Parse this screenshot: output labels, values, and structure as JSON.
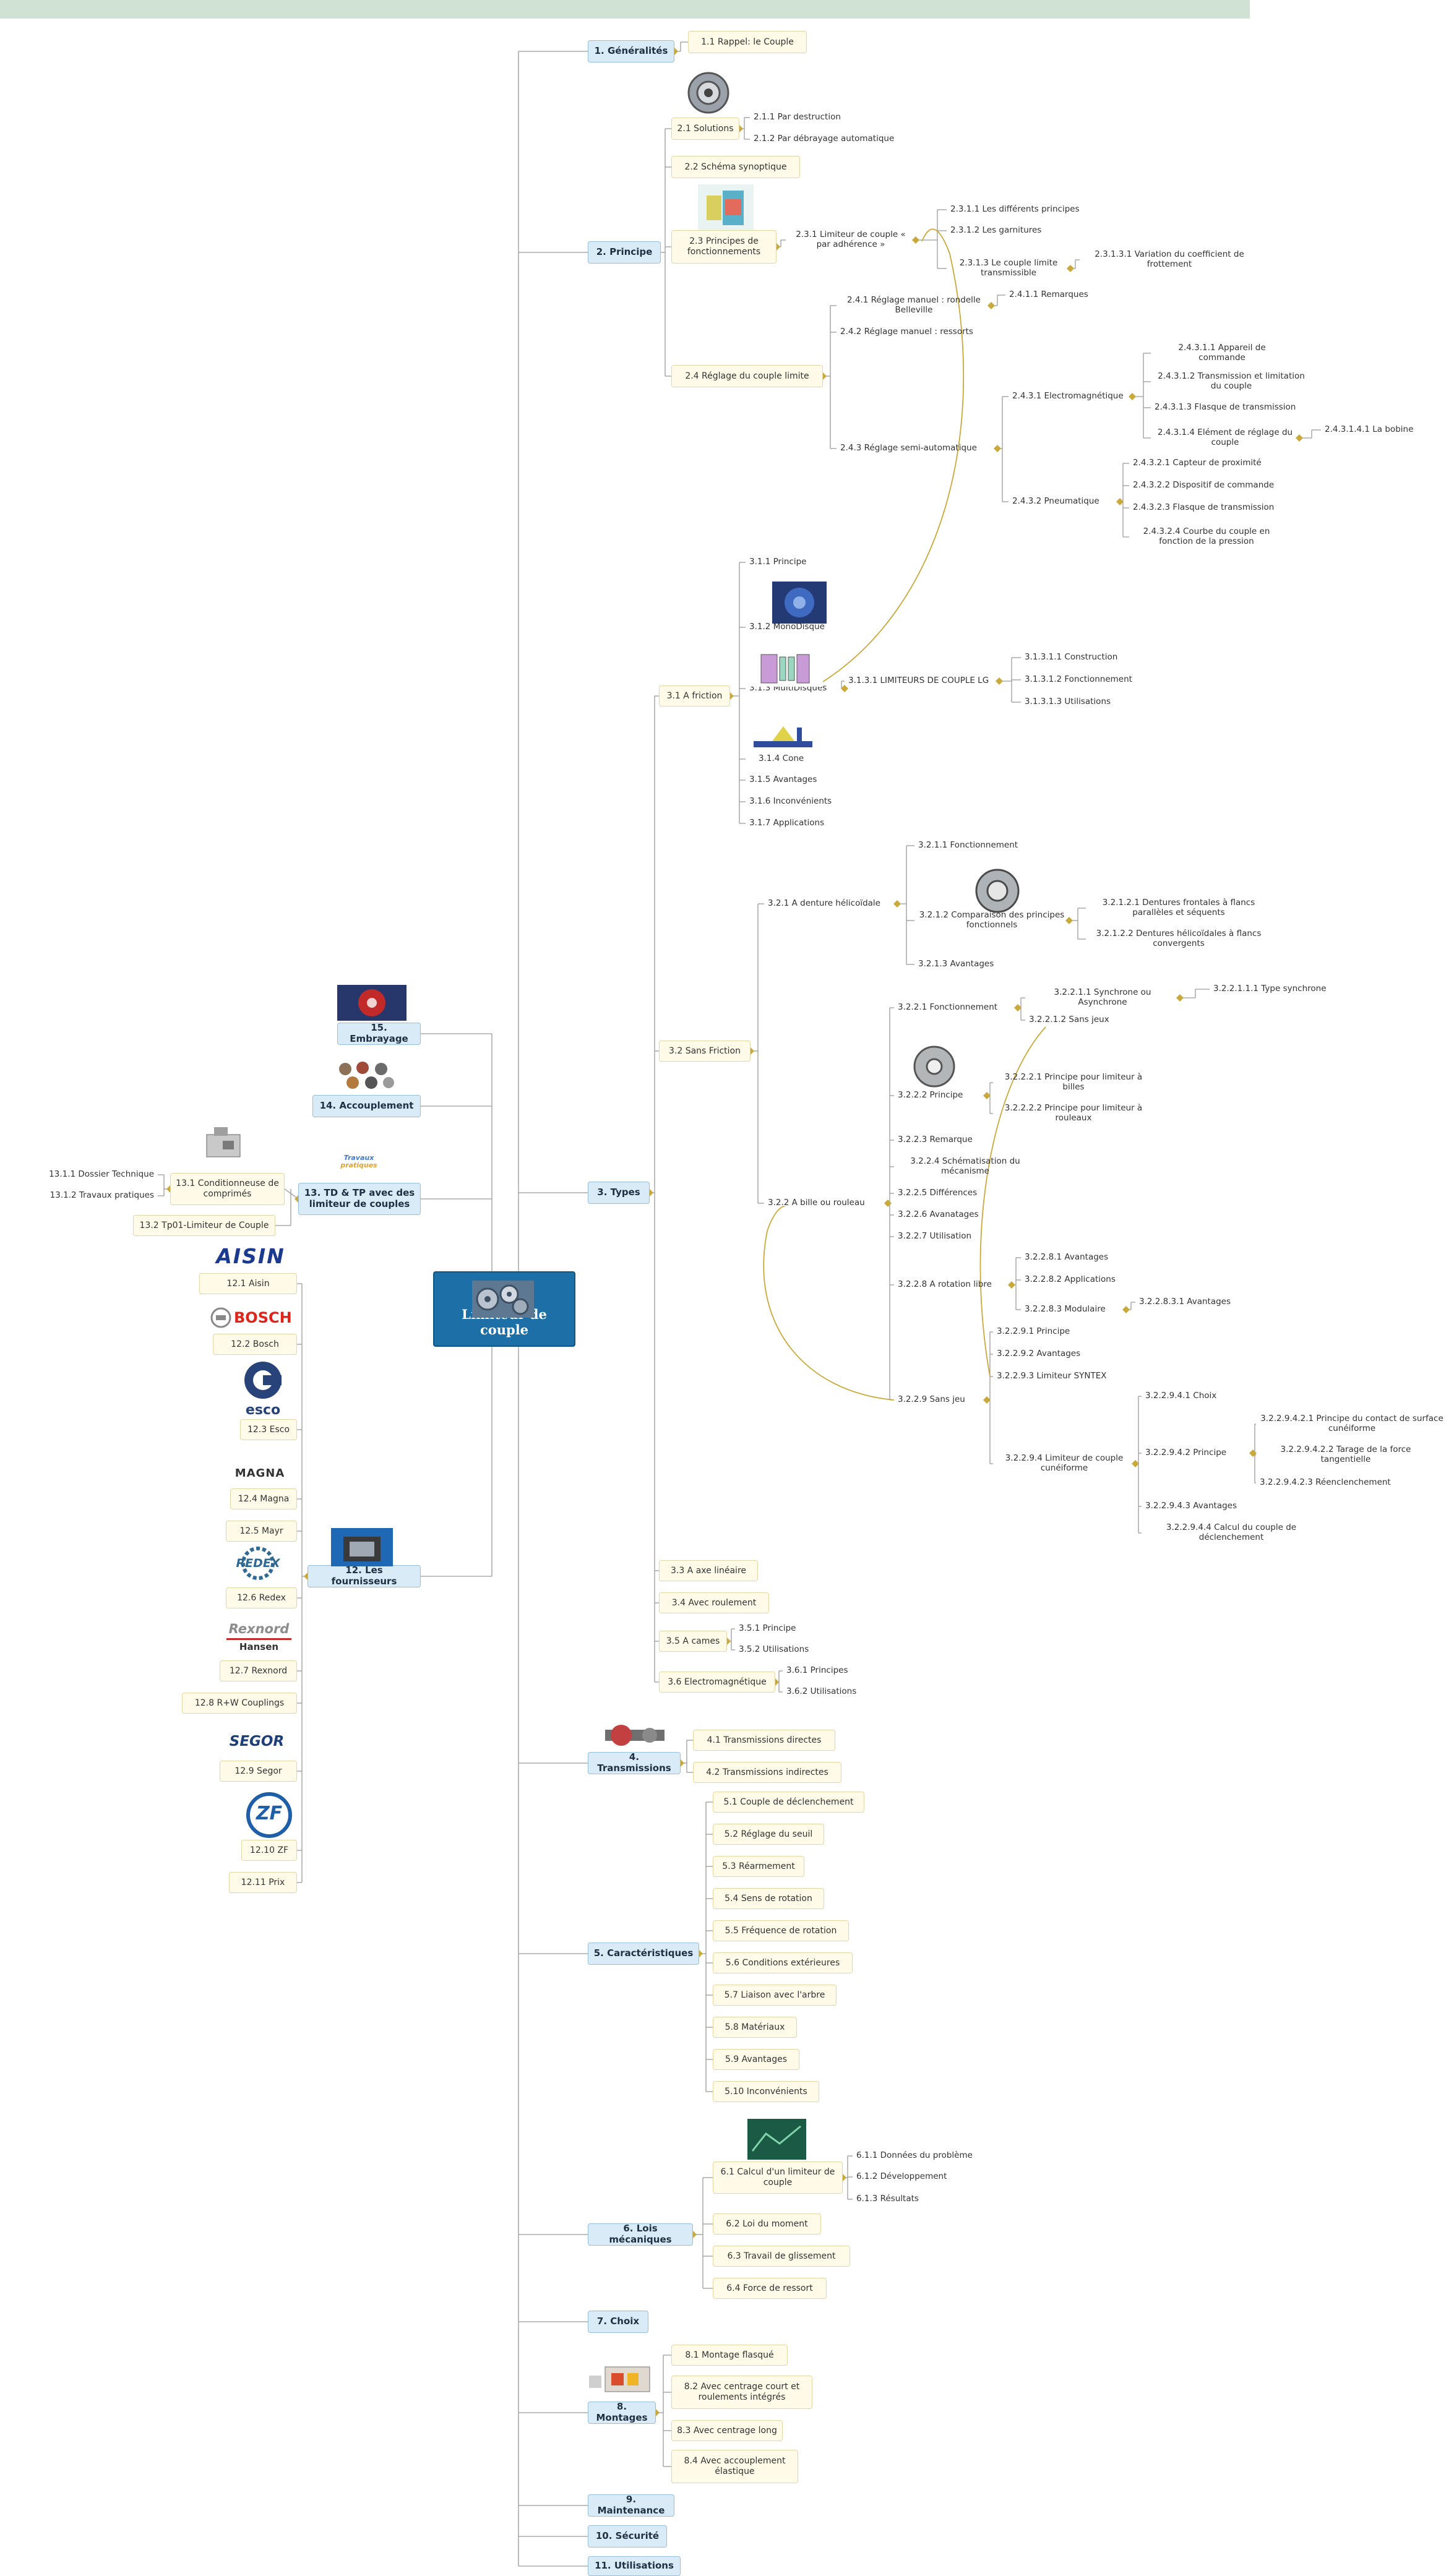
{
  "title": "Limiteur de couple",
  "nodes": {
    "n1": "1.  Généralités",
    "n1_1": "1.1  Rappel: le Couple",
    "n2": "2.  Principe",
    "n2_1": "2.1  Solutions",
    "n2_1_1": "2.1.1  Par destruction",
    "n2_1_2": "2.1.2  Par débrayage automatique",
    "n2_2": "2.2  Schéma synoptique",
    "n2_3": "2.3    Principes de fonctionnements",
    "n2_3_1": "2.3.1   Limiteur de couple « par adhérence »",
    "n2_3_1_1": "2.3.1.1  Les différents principes",
    "n2_3_1_2": "2.3.1.2   Les garnitures",
    "n2_3_1_3": "2.3.1.3    Le couple limite transmissible",
    "n2_3_1_3_1": "2.3.1.3.1    Variation du coefficient de frottement",
    "n2_4": "2.4   Réglage du couple limite",
    "n2_4_1": "2.4.1     Réglage manuel : rondelle Belleville",
    "n2_4_1_1": "2.4.1.1  Remarques",
    "n2_4_2": "2.4.2   Réglage manuel : ressorts",
    "n2_4_3": "2.4.3   Réglage semi-automatique",
    "n2_4_3_1": "2.4.3.1   Electromagnétique",
    "n2_4_3_1_1": "2.4.3.1.1    Appareil de commande",
    "n2_4_3_1_2": "2.4.3.1.2      Transmission et limitation du couple",
    "n2_4_3_1_3": "2.4.3.1.3    Flasque de transmission",
    "n2_4_3_1_4": "2.4.3.1.4    Elément de réglage du couple",
    "n2_4_3_1_4_1": "2.4.3.1.4.1    La bobine",
    "n2_4_3_2": "2.4.3.2   Pneumatique",
    "n2_4_3_2_1": "2.4.3.2.1    Capteur de proximité",
    "n2_4_3_2_2": "2.4.3.2.2    Dispositif de commande",
    "n2_4_3_2_3": "2.4.3.2.3    Flasque de transmission",
    "n2_4_3_2_4": "2.4.3.2.4      Courbe du couple en fonction de la pression",
    "n3": "3.  Types",
    "n3_1": "3.1  A friction",
    "n3_1_1": "3.1.1  Principe",
    "n3_1_2": "3.1.2  MonoDisque",
    "n3_1_3": "3.1.3  MultiDisques",
    "n3_1_3_1": "3.1.3.1  LIMITEURS DE COUPLE LG",
    "n3_1_3_1_1": "3.1.3.1.1  Construction",
    "n3_1_3_1_2": "3.1.3.1.2  Fonctionnement",
    "n3_1_3_1_3": "3.1.3.1.3  Utilisations",
    "n3_1_4": "3.1.4  Cone",
    "n3_1_5": "3.1.5  Avantages",
    "n3_1_6": "3.1.6  Inconvénients",
    "n3_1_7": "3.1.7  Applications",
    "n3_2": "3.2  Sans Friction",
    "n3_2_1": "3.2.1   A denture hélicoïdale",
    "n3_2_1_1": "3.2.1.1  Fonctionnement",
    "n3_2_1_2": "3.2.1.2     Comparaison des principes fonctionnels",
    "n3_2_1_2_1": "3.2.1.2.1     Dentures frontales à flancs parallèles et séquents",
    "n3_2_1_2_2": "3.2.1.2.2     Dentures hélicoïdales à flancs convergents",
    "n3_2_1_3": "3.2.1.3   Avantages",
    "n3_2_2": "3.2.2  A bille ou rouleau",
    "n3_2_2_1": "3.2.2.1  Fonctionnement",
    "n3_2_2_1_1": "3.2.2.1.1  Synchrone ou Asynchrone",
    "n3_2_2_1_1_1": "3.2.2.1.1.1  Type synchrone",
    "n3_2_2_1_2": "3.2.2.1.2  Sans jeux",
    "n3_2_2_2": "3.2.2.2  Principe",
    "n3_2_2_2_1": "3.2.2.2.1     Principe pour limiteur à billes",
    "n3_2_2_2_2": "3.2.2.2.2     Principe pour limiteur à rouleaux",
    "n3_2_2_3": "3.2.2.3  Remarque",
    "n3_2_2_4": "3.2.2.4     Schématisation du mécanisme",
    "n3_2_2_5": "3.2.2.5   Différences",
    "n3_2_2_6": "3.2.2.6  Avanatages",
    "n3_2_2_7": "3.2.2.7  Utilisation",
    "n3_2_2_8": "3.2.2.8   A rotation libre",
    "n3_2_2_8_1": "3.2.2.8.1  Avantages",
    "n3_2_2_8_2": "3.2.2.8.2  Applications",
    "n3_2_2_8_3": "3.2.2.8.3  Modulaire",
    "n3_2_2_8_3_1": "3.2.2.8.3.1  Avantages",
    "n3_2_2_9": "3.2.2.9  Sans jeu",
    "n3_2_2_9_1": "3.2.2.9.1  Principe",
    "n3_2_2_9_2": "3.2.2.9.2   Avantages",
    "n3_2_2_9_3": "3.2.2.9.3    Limiteur SYNTEX",
    "n3_2_2_9_4": "3.2.2.9.4     Limiteur de couple cunéiforme",
    "n3_2_2_9_4_1": "3.2.2.9.4.1   Choix",
    "n3_2_2_9_4_2": "3.2.2.9.4.2   Principe",
    "n3_2_2_9_4_2_1": "3.2.2.9.4.2.1      Principe du contact de surface cunéiforme",
    "n3_2_2_9_4_2_2": "3.2.2.9.4.2.2    Tarage de la force tangentielle",
    "n3_2_2_9_4_2_3": "3.2.2.9.4.2.3    Réenclenchement",
    "n3_2_2_9_4_3": "3.2.2.9.4.3      Avantages",
    "n3_2_2_9_4_4": "3.2.2.9.4.4      Calcul du couple de déclenchement",
    "n3_3": "3.3  A axe linéaire",
    "n3_4": "3.4  Avec roulement",
    "n3_5": "3.5  A cames",
    "n3_5_1": "3.5.1  Principe",
    "n3_5_2": "3.5.2  Utilisations",
    "n3_6": "3.6  Electromagnétique",
    "n3_6_1": "3.6.1  Principes",
    "n3_6_2": "3.6.2  Utilisations",
    "n4": "4.  Transmissions",
    "n4_1": "4.1   Transmissions directes",
    "n4_2": "4.2   Transmissions indirectes",
    "n5": "5.  Caractéristiques",
    "n5_1": "5.1  Couple de déclenchement",
    "n5_2": "5.2  Réglage du seuil",
    "n5_3": "5.3  Réarmement",
    "n5_4": "5.4  Sens de rotation",
    "n5_5": "5.5  Fréquence de rotation",
    "n5_6": "5.6  Conditions extérieures",
    "n5_7": "5.7  Liaison avec l'arbre",
    "n5_8": "5.8  Matériaux",
    "n5_9": "5.9  Avantages",
    "n5_10": "5.10  Inconvénients",
    "n6": "6.  Lois mécaniques",
    "n6_1": "6.1    Calcul d'un limiteur de couple",
    "n6_1_1": "6.1.1  Données du problème",
    "n6_1_2": "6.1.2  Développement",
    "n6_1_3": "6.1.3  Résultats",
    "n6_2": "6.2  Loi du moment",
    "n6_3": "6.3  Travail de glissement",
    "n6_4": "6.4  Force de ressort",
    "n7": "7.  Choix",
    "n8": "8.  Montages",
    "n8_1": "8.1   Montage flasqué",
    "n8_2": "8.2     Avec centrage court et roulements intégrés",
    "n8_3": "8.3   Avec centrage long",
    "n8_4": "8.4    Avec accouplement élastique",
    "n9": "9.  Maintenance",
    "n10": "10.  Sécurité",
    "n11": "11.  Utilisations",
    "n12": "12.  Les fournisseurs",
    "n12_1": "12.1  Aisin",
    "n12_2": "12.2  Bosch",
    "n12_3": "12.3  Esco",
    "n12_4": "12.4  Magna",
    "n12_5": "12.5  Mayr",
    "n12_6": "12.6  Redex",
    "n12_7": "12.7  Rexnord",
    "n12_8": "12.8  R+W Couplings",
    "n12_9": "12.9  Segor",
    "n12_10": "12.10  ZF",
    "n12_11": "12.11  Prix",
    "n13": "13.     TD & TP avec des limiteur de couples",
    "n13_1": "13.1    Conditionneuse de comprimés",
    "n13_1_1": "13.1.1  Dossier Technique",
    "n13_1_2": "13.1.2  Travaux pratiques",
    "n13_2": "13.2  Tp01-Limiteur de Couple",
    "n14": "14.  Accouplement",
    "n15": "15.  Embrayage"
  },
  "logos": {
    "aisin": "AISIN",
    "bosch": "BOSCH",
    "esco": "esco",
    "magna": "MAGNA",
    "redex": "REDEX",
    "rexnord_1": "Rexnord",
    "rexnord_2": "Hansen",
    "segor": "SEGOR",
    "zf": "ZF",
    "td_badge_1": "Travaux",
    "td_badge_2": "pratiques"
  },
  "colors": {
    "root": "#1d6fa8",
    "main": "#d8ebf6",
    "sub": "#fffbe8",
    "connector": "#c9a93c",
    "line": "#9a9a9a",
    "topbar": "#cfe2d4"
  }
}
